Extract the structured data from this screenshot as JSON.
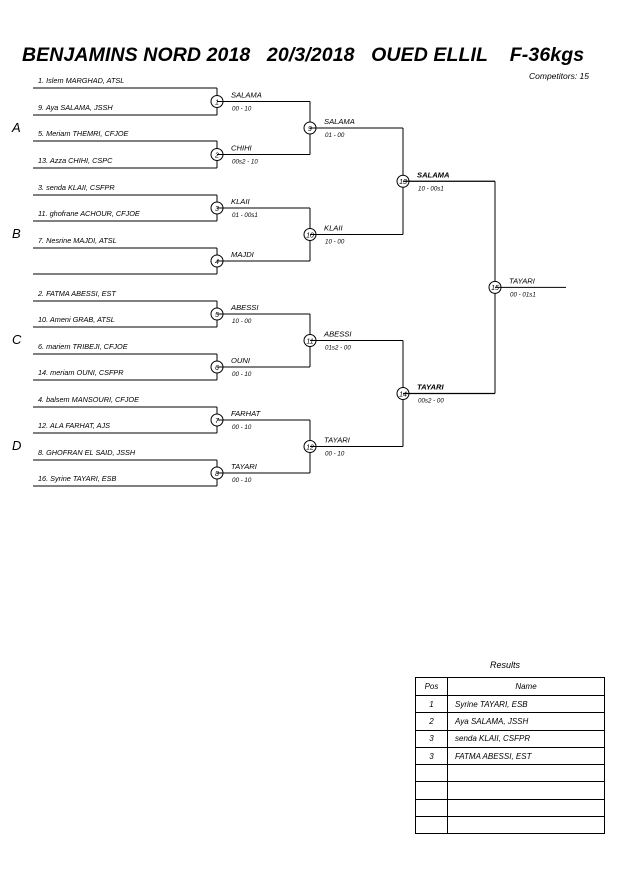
{
  "header": {
    "title": "BENJAMINS NORD 2018   20/3/2018   OUED ELLIL    F-36kgs",
    "competitors": "Competitors: 15"
  },
  "pools": [
    "A",
    "B",
    "C",
    "D"
  ],
  "competitors": [
    "1. Islem MARGHAD, ATSL",
    "9. Aya SALAMA, JSSH",
    "5. Meriam THEMRI, CFJOE",
    "13. Azza CHIHI, CSPC",
    "3. senda KLAII, CSFPR",
    "11. ghofrane ACHOUR, CFJOE",
    "7. Nesrine MAJDI, ATSL",
    "",
    "2. FATMA ABESSI, EST",
    "10. Ameni GRAB, ATSL",
    "6. mariem TRIBEJI, CFJOE",
    "14. meriam OUNI, CSFPR",
    "4. balsem MANSOURI, CFJOE",
    "12. ALA FARHAT, AJS",
    "8. GHOFRAN EL SAID, JSSH",
    "16. Syrine TAYARI, ESB"
  ],
  "matches": [
    {
      "num": "1",
      "winner": "SALAMA",
      "score": "00 - 10"
    },
    {
      "num": "2",
      "winner": "CHIHI",
      "score": "00s2 - 10"
    },
    {
      "num": "3",
      "winner": "KLAII",
      "score": "01 - 00s1"
    },
    {
      "num": "4",
      "winner": "MAJDI",
      "score": ""
    },
    {
      "num": "5",
      "winner": "ABESSI",
      "score": "10 - 00"
    },
    {
      "num": "6",
      "winner": "OUNI",
      "score": "00 - 10"
    },
    {
      "num": "7",
      "winner": "FARHAT",
      "score": "00 - 10"
    },
    {
      "num": "8",
      "winner": "TAYARI",
      "score": "00 - 10"
    },
    {
      "num": "9",
      "winner": "SALAMA",
      "score": "01 - 00"
    },
    {
      "num": "10",
      "winner": "KLAII",
      "score": "10 - 00"
    },
    {
      "num": "11",
      "winner": "ABESSI",
      "score": "01s2 - 00"
    },
    {
      "num": "12",
      "winner": "TAYARI",
      "score": "00 - 10"
    },
    {
      "num": "13",
      "winner": "SALAMA",
      "score": "10 - 00s1"
    },
    {
      "num": "14",
      "winner": "TAYARI",
      "score": "00s2 - 00"
    },
    {
      "num": "15",
      "winner": "TAYARI",
      "score": "00 - 01s1"
    }
  ],
  "results": {
    "title": "Results",
    "headers": {
      "pos": "Pos",
      "name": "Name"
    },
    "rows": [
      {
        "pos": "1",
        "name": "Syrine TAYARI, ESB"
      },
      {
        "pos": "2",
        "name": "Aya SALAMA, JSSH"
      },
      {
        "pos": "3",
        "name": "senda KLAII, CSFPR"
      },
      {
        "pos": "3",
        "name": "FATMA ABESSI, EST"
      },
      {
        "pos": "",
        "name": ""
      },
      {
        "pos": "",
        "name": ""
      },
      {
        "pos": "",
        "name": ""
      },
      {
        "pos": "",
        "name": ""
      }
    ]
  }
}
